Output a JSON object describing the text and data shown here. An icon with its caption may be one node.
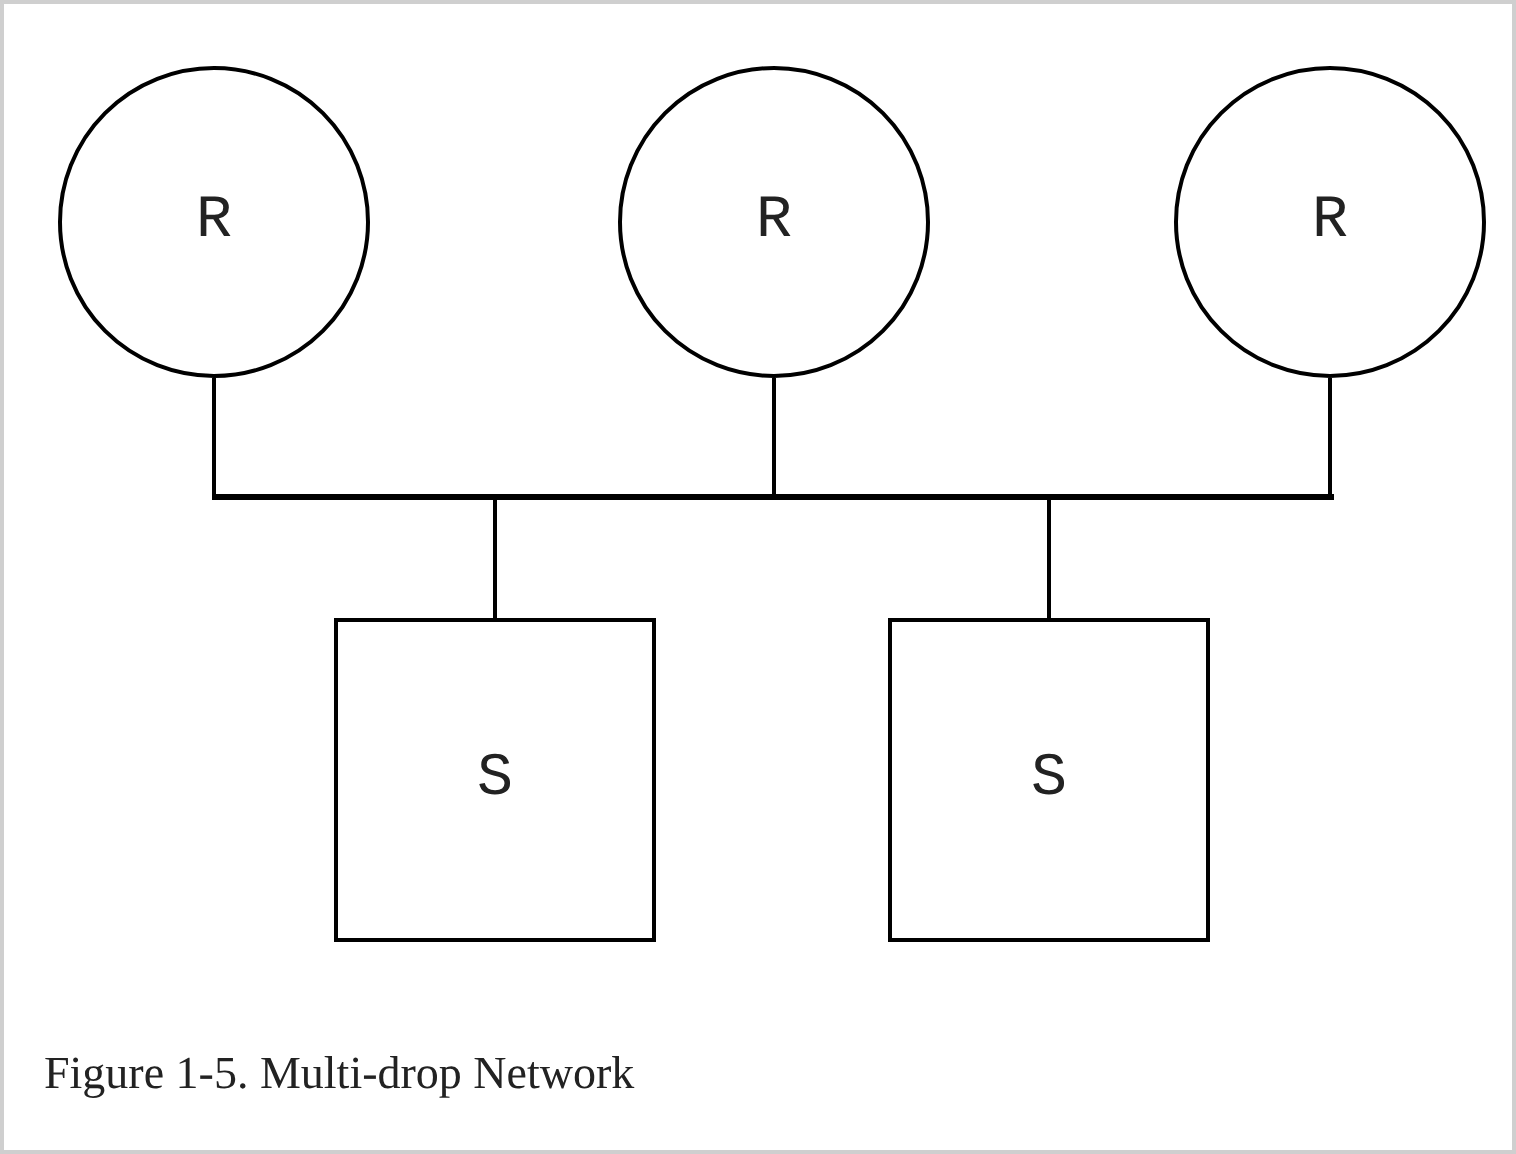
{
  "diagram": {
    "caption": "Figure 1-5. Multi-drop Network",
    "nodes": [
      {
        "text": [
          "R"
        ]
      },
      {
        "text": [
          "R"
        ]
      },
      {
        "text": [
          "R"
        ]
      },
      {
        "text": [],
        "shape": "bar"
      },
      {
        "text": [
          "S"
        ]
      },
      {
        "text": [
          "S"
        ]
      }
    ],
    "edges": [
      {
        "from": 0,
        "to": 3,
        "arrow": "none"
      },
      {
        "from": 1,
        "to": 3,
        "arrow": "none"
      },
      {
        "from": 2,
        "to": 3,
        "arrow": "none"
      },
      {
        "from": 3,
        "to": 4,
        "arrow": "none"
      },
      {
        "from": 3,
        "to": 5,
        "arrow": "none"
      }
    ]
  }
}
